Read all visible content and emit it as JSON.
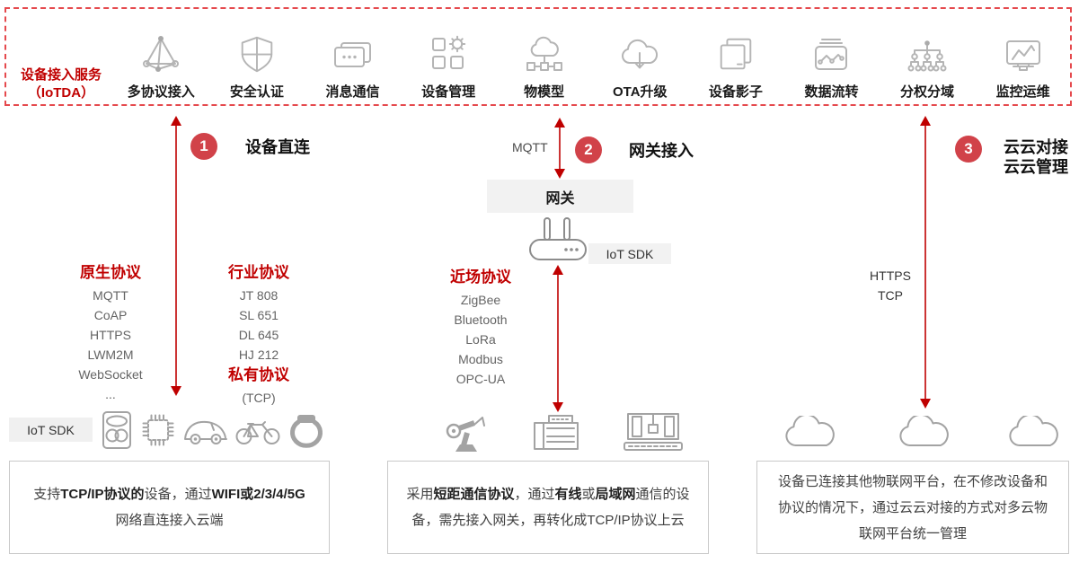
{
  "service": {
    "name_line1": "设备接入服务",
    "name_line2": "（IoTDA）"
  },
  "features": [
    {
      "label": "多协议接入",
      "icon": "multi-protocol-access-icon"
    },
    {
      "label": "安全认证",
      "icon": "security-auth-icon"
    },
    {
      "label": "消息通信",
      "icon": "message-communication-icon"
    },
    {
      "label": "设备管理",
      "icon": "device-management-icon"
    },
    {
      "label": "物模型",
      "icon": "thing-model-icon"
    },
    {
      "label": "OTA升级",
      "icon": "ota-upgrade-icon"
    },
    {
      "label": "设备影子",
      "icon": "device-shadow-icon"
    },
    {
      "label": "数据流转",
      "icon": "data-flow-icon"
    },
    {
      "label": "分权分域",
      "icon": "permission-domain-icon"
    },
    {
      "label": "监控运维",
      "icon": "monitor-ops-icon"
    }
  ],
  "modes": {
    "direct": {
      "number": "1",
      "title": "设备直连"
    },
    "gateway": {
      "number": "2",
      "title": "网关接入",
      "mqtt_label": "MQTT",
      "gateway_box": "网关",
      "iot_sdk": "IoT SDK"
    },
    "cloud": {
      "number": "3",
      "title_line1": "云云对接",
      "title_line2": "云云管理",
      "protocols": [
        "HTTPS",
        "TCP"
      ]
    }
  },
  "protocols": {
    "native": {
      "title": "原生协议",
      "items": [
        "MQTT",
        "CoAP",
        "HTTPS",
        "LWM2M",
        "WebSocket",
        "..."
      ]
    },
    "industry": {
      "title": "行业协议",
      "items": [
        "JT 808",
        "SL 651",
        "DL 645",
        "HJ 212"
      ]
    },
    "private": {
      "title": "私有协议",
      "items": [
        "(TCP)"
      ]
    },
    "near_field": {
      "title": "近场协议",
      "items": [
        "ZigBee",
        "Bluetooth",
        "LoRa",
        "Modbus",
        "OPC-UA"
      ]
    }
  },
  "bottom": {
    "iot_sdk_label": "IoT SDK",
    "direct_devices": [
      "power-meter-icon",
      "chip-icon",
      "car-icon",
      "bicycle-icon",
      "smart-band-icon"
    ],
    "gateway_devices": [
      "robot-arm-icon",
      "printer-icon",
      "industrial-machine-icon"
    ],
    "cloud_devices": [
      "cloud-icon",
      "cloud-icon",
      "cloud-icon"
    ]
  },
  "descriptions": [
    {
      "segments": [
        {
          "text": "支持",
          "bold": false
        },
        {
          "text": "TCP/IP协议的",
          "bold": true
        },
        {
          "text": "设备，通过",
          "bold": false
        },
        {
          "text": "WIFI或2/3/4/5G",
          "bold": true
        },
        {
          "text": "网络直连接入云端",
          "bold": false
        }
      ]
    },
    {
      "segments": [
        {
          "text": "采用",
          "bold": false
        },
        {
          "text": "短距通信协议",
          "bold": true
        },
        {
          "text": "，通过",
          "bold": false
        },
        {
          "text": "有线",
          "bold": true
        },
        {
          "text": "或",
          "bold": false
        },
        {
          "text": "局域网",
          "bold": true
        },
        {
          "text": "通信的设备，需先接入网关，再转化成TCP/IP协议上云",
          "bold": false
        }
      ]
    },
    {
      "segments": [
        {
          "text": "设备已连接其他物联网平台，在不修改设备和协议的情况下，通过云云对接的方式对多云物联网平台统一管理",
          "bold": false
        }
      ]
    }
  ],
  "colors": {
    "accent_red": "#c00000",
    "badge_red": "#d14249",
    "dashed_border_red": "#e5494d",
    "icon_gray": "#b5b5b5",
    "device_icon_gray": "#a3a3a3",
    "label_box_gray": "#f2f2f2"
  }
}
